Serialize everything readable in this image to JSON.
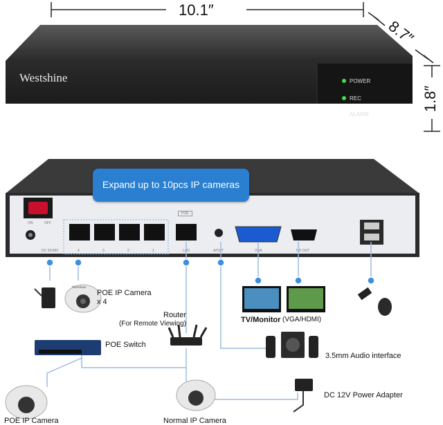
{
  "dimensions": {
    "width": "10.1″",
    "depth": "8.7″",
    "height": "1.8″"
  },
  "front_panel": {
    "brand": "Westshine",
    "indicators": [
      "POWER",
      "REC",
      "ALARM"
    ]
  },
  "rear_panel": {
    "callout": "Expand up to 10pcs IP cameras",
    "poe_label": "POE",
    "port_labels": [
      "ON",
      "OFF",
      "DC 52/48V",
      "4",
      "3",
      "2",
      "1",
      "LAN",
      "A/OUT",
      "VGA",
      "HD OUT"
    ]
  },
  "diagram_labels": {
    "poe_ip_camera_x4": "POE IP Camera",
    "x4": "x 4",
    "router": "Router",
    "router_sub": "(For Remote Viewing)",
    "tv_monitor": "TV/Monitor",
    "tv_monitor_sub": "(VGA/HDMI)",
    "poe_switch": "POE Switch",
    "audio": "3.5mm Audio interface",
    "power_adapter": "DC 12V Power Adapter",
    "poe_ip_camera": "POE IP Camera",
    "normal_ip_camera": "Normal IP Camera",
    "camera_logo": "Westshine"
  },
  "colors": {
    "led_green": "#3fe04a",
    "callout_blue": "#2a7fd1",
    "cable_blue": "#9bbbe0",
    "dot_blue": "#3d8fe0"
  }
}
